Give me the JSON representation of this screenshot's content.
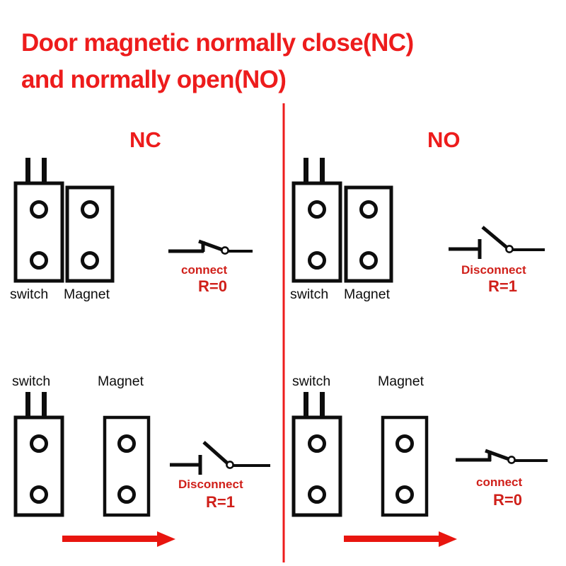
{
  "colors": {
    "accent_red": "#ed1c1c",
    "text_red": "#d0201a",
    "line_black": "#0d0d0d",
    "background": "#ffffff"
  },
  "title": {
    "line1": "Door magnetic normally close(NC)",
    "line2": "and normally open(NO)"
  },
  "sections": {
    "left": {
      "label": "NC"
    },
    "right": {
      "label": "NO"
    }
  },
  "panels": {
    "nc_closed": {
      "switch_label": "switch",
      "magnet_label": "Magnet",
      "state": "connect",
      "resistance": "R=0"
    },
    "no_open": {
      "switch_label": "switch",
      "magnet_label": "Magnet",
      "state": "Disconnect",
      "resistance": "R=1"
    },
    "nc_separated": {
      "switch_label": "switch",
      "magnet_label": "Magnet",
      "state": "Disconnect",
      "resistance": "R=1"
    },
    "no_separated": {
      "switch_label": "switch",
      "magnet_label": "Magnet",
      "state": "connect",
      "resistance": "R=0"
    }
  },
  "icons": {
    "divider": "vertical-divider-line",
    "arrow_left": "red-right-arrow",
    "arrow_right": "red-right-arrow",
    "switch_closed": "closed-switch-symbol",
    "switch_open": "open-switch-symbol",
    "mounting_hole": "mounting-hole-circle",
    "wire_lead": "wire-lead"
  }
}
